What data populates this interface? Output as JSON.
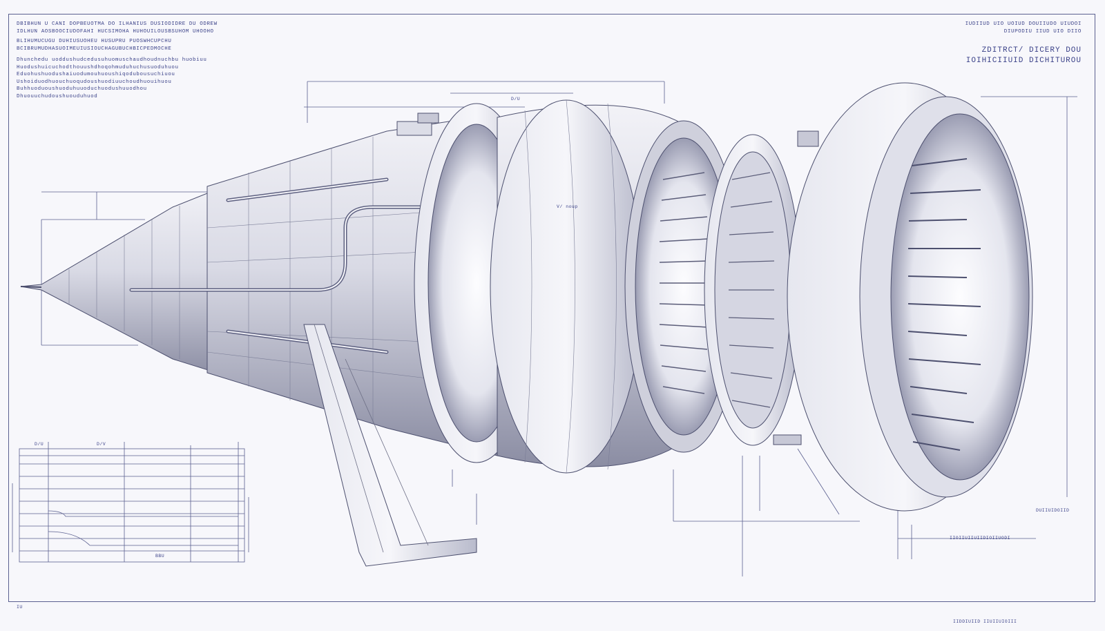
{
  "notes": [
    "DBIBHUN U CANI DOPBEUOTMA DO ILHANIUS DUSIODIDRE DU ODREW",
    "IDLHUN AOSBOOCIUDOFAHI HUCSIMOHA HUHOUILOUSBSUHOM UHOOHO",
    "BLIHUMUCUGU DUHIUSUOHEU HUSUPRU PUOSWHCUPCHU",
    "BCIBRUMUDHASUOIMEUIUSIOUCHAGUBUCHBICPEDMOCHE",
    "Dhunchedu uoddushudcedusuhuomuschaudhoudnuchbu huobiuu",
    "Huodushuicuchodthouushdhoqohmuduhuchusuoduhuou",
    "Eduohushuodushaiuodumouhuoushiqodubousuchiuou",
    "Ushoiduodhuouchuoqudoushuodiuuchoudhuouihuou",
    "Buhhuoduoushuoduhuuoduchuodushuuodhou",
    "Dhuouuchudoushuouduhuod"
  ],
  "title_block": {
    "line1": "IUDIIUD UIO UOIUD DOUIIUDO UIUDOI",
    "line2": "DIUPODIU IIUD UIO DIIO",
    "heading1": "ZDITRCT/ DICERY DOU",
    "heading2": "IOIHICIIUID DICHITUROU"
  },
  "dimension_labels": {
    "top_span": "D/U",
    "side_label": "V/ noup",
    "lower_left_a": "D/V",
    "lower_left_b": "D/U",
    "lower_left_c": "BBU",
    "lower_right_a": "DUIIUIDOIID",
    "lower_right_b": "IIOIIUIIUIIDIOIIUODI",
    "footer_left": "IU",
    "footer_right": "IIDDIUIID IIUIIUIOIII"
  },
  "colors": {
    "ink": "#3b4289",
    "line": "#5a5f8f",
    "metal_light": "#ececf2",
    "metal_mid": "#c7c8d6",
    "metal_dark": "#6d6f86",
    "paper": "#f7f7fb"
  }
}
